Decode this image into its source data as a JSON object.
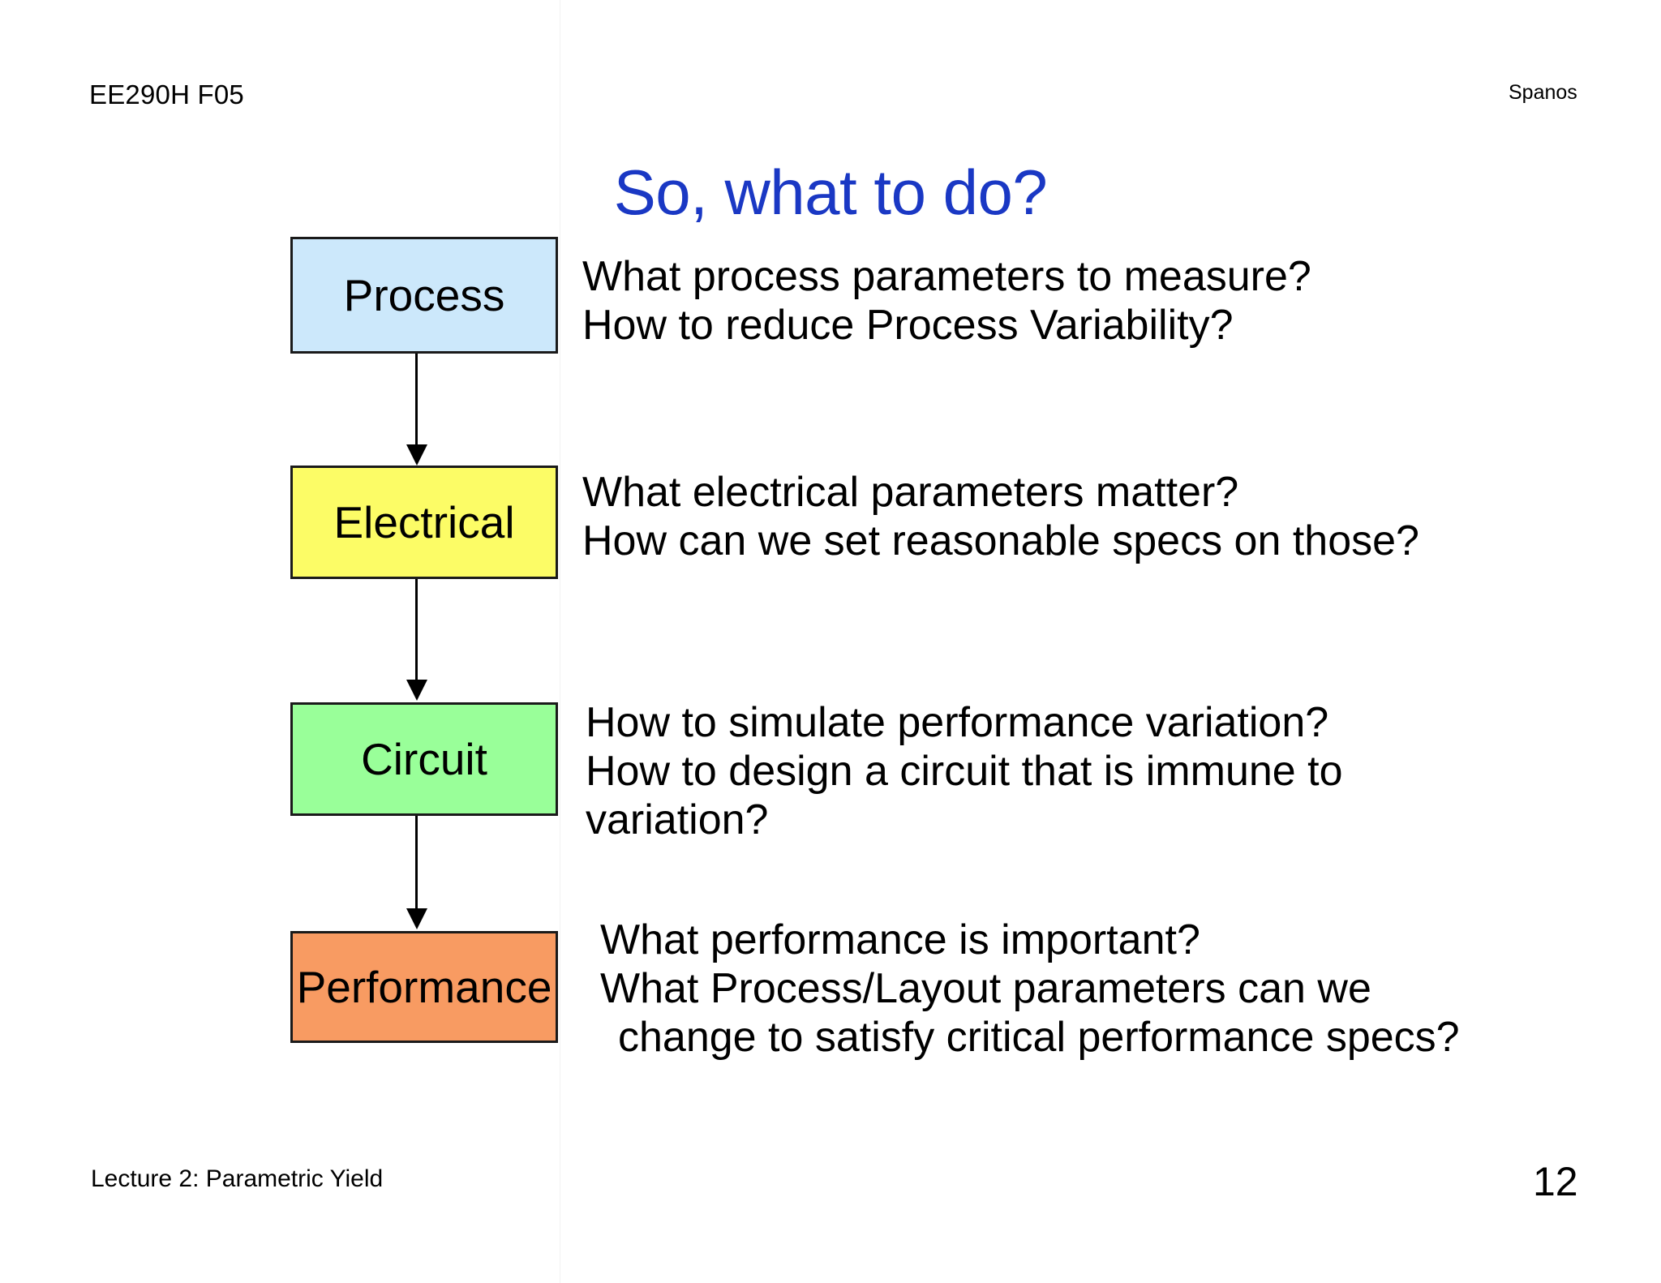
{
  "header": {
    "course_code": "EE290H F05",
    "author": "Spanos"
  },
  "title": "So, what to do?",
  "flow": {
    "stages": [
      {
        "label": "Process",
        "color": "#CCE8FB",
        "questions": [
          "What process parameters to measure?",
          "How to reduce Process Variability?"
        ]
      },
      {
        "label": "Electrical",
        "color": "#FCFC66",
        "questions": [
          "What electrical parameters matter?",
          "How can we set reasonable specs on those?"
        ]
      },
      {
        "label": "Circuit",
        "color": "#99FF99",
        "questions": [
          "How to simulate performance variation?",
          "How to design a circuit that is immune to",
          "variation?"
        ]
      },
      {
        "label": "Performance",
        "color": "#F89B62",
        "questions": [
          "What performance is important?",
          "What Process/Layout parameters can we",
          "change to satisfy critical performance specs?"
        ]
      }
    ]
  },
  "footer": {
    "lecture": "Lecture 2: Parametric Yield",
    "page_number": "12"
  },
  "colors": {
    "title_blue": "#1A38C4",
    "box_outline": "#1a1a1a",
    "background": "#ffffff"
  }
}
